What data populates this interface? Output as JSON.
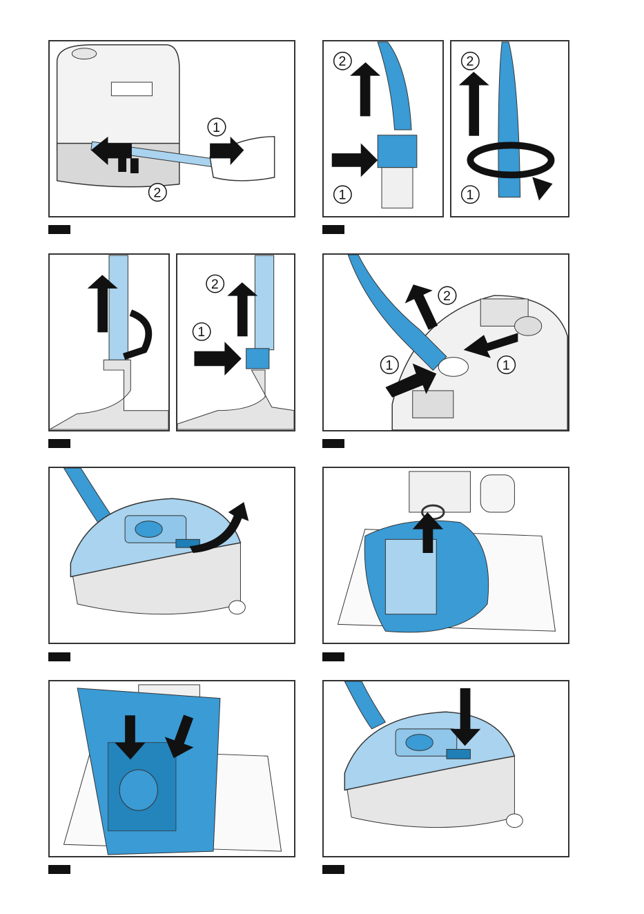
{
  "steps": [
    {
      "id": "1",
      "markers": [
        "1",
        "2"
      ]
    },
    {
      "id": "2a",
      "markers": [
        "2",
        "1"
      ]
    },
    {
      "id": "2b",
      "markers": [
        "2",
        "1"
      ]
    },
    {
      "id": "3a",
      "markers": []
    },
    {
      "id": "3b",
      "markers": [
        "2",
        "1"
      ]
    },
    {
      "id": "4",
      "markers": [
        "2",
        "1",
        "1"
      ]
    },
    {
      "id": "5",
      "markers": []
    },
    {
      "id": "6",
      "markers": []
    },
    {
      "id": "7",
      "markers": []
    },
    {
      "id": "8",
      "markers": []
    }
  ],
  "colors": {
    "accent": "#3a9bd5",
    "light": "#a9d3ee",
    "dark": "#1f7fb6",
    "arrow": "#111111"
  }
}
